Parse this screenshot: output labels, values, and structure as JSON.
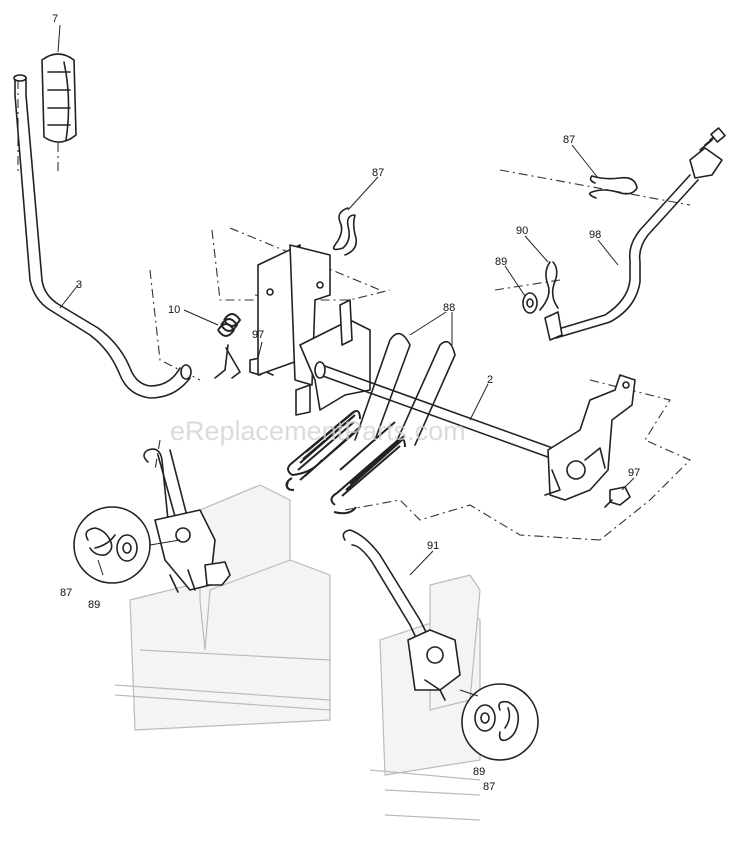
{
  "watermark": "eReplacementParts.com",
  "callouts": {
    "c7": "7",
    "c3": "3",
    "c10": "10",
    "c97a": "97",
    "c87a": "87",
    "c88": "88",
    "c2": "2",
    "c87b": "87",
    "c90": "90",
    "c98": "98",
    "c89a": "89",
    "c97b": "97",
    "c87c": "87",
    "c89b": "89",
    "c91": "91",
    "c89c": "89",
    "c87d": "87"
  }
}
